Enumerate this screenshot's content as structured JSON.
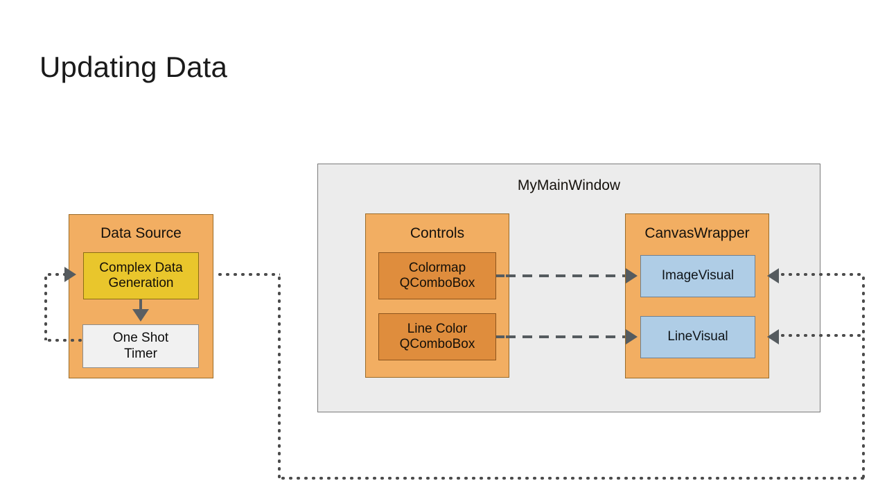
{
  "slide": {
    "title": "Updating Data",
    "background_color": "#ffffff"
  },
  "colors": {
    "group_orange": "#f2ae62",
    "group_orange_border": "#9a6b28",
    "window_gray": "#ececec",
    "window_gray_border": "#7a7a7a",
    "yellow": "#e9c62c",
    "yellow_border": "#8a6d14",
    "white_box": "#f1f1f1",
    "white_box_border": "#8c8c8c",
    "dark_orange": "#df8d3d",
    "dark_orange_border": "#8d541c",
    "blue": "#afcde6",
    "blue_border": "#6e7f90",
    "connector_gray": "#555b5f",
    "dotted_gray": "#4d4d4d"
  },
  "diagram": {
    "type": "block-diagram",
    "nodes": {
      "data_source": {
        "label": "Data Source",
        "children": {
          "complex_data_generation": {
            "label": "Complex Data\nGeneration"
          },
          "one_shot_timer": {
            "label": "One Shot\nTimer"
          }
        }
      },
      "my_main_window": {
        "label": "MyMainWindow",
        "children": {
          "controls": {
            "label": "Controls",
            "children": {
              "colormap_combobox": {
                "label": "Colormap\nQComboBox"
              },
              "line_color_combobox": {
                "label": "Line Color\nQComboBox"
              }
            }
          },
          "canvas_wrapper": {
            "label": "CanvasWrapper",
            "children": {
              "image_visual": {
                "label": "ImageVisual"
              },
              "line_visual": {
                "label": "LineVisual"
              }
            }
          }
        }
      }
    },
    "connections": [
      {
        "id": "timer-to-generation",
        "style": "dotted",
        "from": "one_shot_timer",
        "to": "complex_data_generation",
        "arrow": "right"
      },
      {
        "id": "generation-to-down-arrow",
        "style": "solid-arrow",
        "from": "complex_data_generation",
        "to": "one_shot_timer",
        "arrow": "down"
      },
      {
        "id": "generation-to-visuals",
        "style": "dotted",
        "from": "complex_data_generation",
        "to": "image_visual",
        "arrow": "left"
      },
      {
        "id": "generation-to-line-visual",
        "style": "dotted",
        "from": "complex_data_generation",
        "to": "line_visual",
        "arrow": "left"
      },
      {
        "id": "colormap-to-image-visual",
        "style": "dashed",
        "from": "colormap_combobox",
        "to": "image_visual",
        "arrow": "right"
      },
      {
        "id": "linecolor-to-line-visual",
        "style": "dashed",
        "from": "line_color_combobox",
        "to": "line_visual",
        "arrow": "right"
      }
    ]
  }
}
